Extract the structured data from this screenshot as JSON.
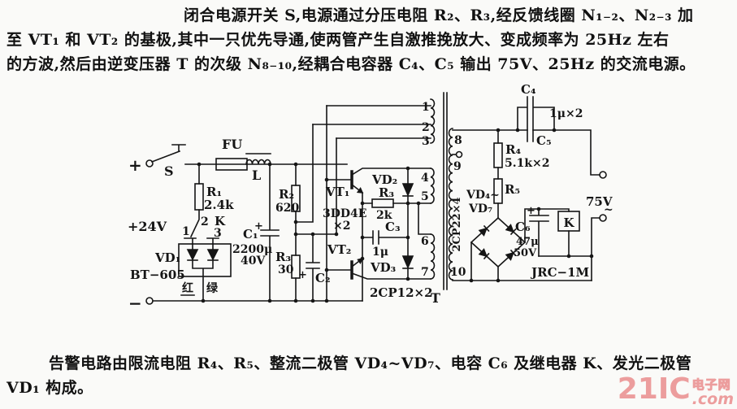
{
  "top_paragraph": {
    "line1": "闭合电源开关 S,电源通过分压电阻 R₂、R₃,经反馈线圈 N₁₋₂、N₂₋₃ 加",
    "line2": "至 VT₁ 和 VT₂ 的基极,其中一只优先导通,使两管产生自激推挽放大、变成频率为 25Hz 左右",
    "line3": "的方波,然后由逆变压器 T 的次级 N₈₋₁₀,经耦合电容器 C₄、C₅ 输出 75V、25Hz 的交流电源。"
  },
  "bottom_paragraph": {
    "line1": "告警电路由限流电阻 R₄、R₅、整流二极管 VD₄~VD₇、电容 C₆ 及继电器 K、发光二极管",
    "line2": "VD₁ 构成。"
  },
  "watermark": {
    "brand": "21IC",
    "site": "电子网",
    "com": ".com",
    "color": "#ec9d9d",
    "light_color": "#f6caca"
  },
  "circuit": {
    "labels": {
      "in_plus": "+",
      "in_minus": "−",
      "s": "S",
      "fu": "FU",
      "l": "L",
      "r1": "R₁",
      "r1v": "2.4k",
      "v24": "+24V",
      "k_no2": "2",
      "k_k": "K",
      "k_no1": "1",
      "k_no3": "3",
      "vd1": "VD₁",
      "bt": "BT−605",
      "red": "红",
      "green": "绿",
      "c1": "C₁",
      "c1a": "2200μ",
      "c1b": "40V",
      "c1p": "+",
      "r2": "R₂",
      "r2v": "620",
      "r3": "R₃",
      "r3v": "30",
      "c2p": "+",
      "c2": "C₂",
      "vt1": "VT₁",
      "dd": "3DD4E",
      "ddx": "×2",
      "vt2": "VT₂",
      "vd2": "VD₂",
      "r3b": "R₃",
      "r3bv": "2k",
      "c3": "C₃",
      "c3v": "1μ",
      "vd3": "VD₃",
      "cp12": "2CP12×2",
      "w1": "1",
      "w2": "2",
      "w3": "3",
      "w4": "4",
      "w5": "5",
      "w6": "6",
      "w7": "7",
      "w8": "8",
      "w9": "9",
      "w10": "10",
      "t": "T",
      "cp22": "2CP22×4",
      "vd47a": "VD₄~",
      "vd47b": "VD₇",
      "c4": "C₄",
      "c45v": "1μ×2",
      "c5": "C₅",
      "r4": "R₄",
      "r45v": "5.1k×2",
      "r5": "R₅",
      "c6p": "+",
      "c6": "C₆",
      "c6a": "47μ",
      "c6b": "50V",
      "kbox": "K",
      "jrc": "JRC−1M",
      "v75": "75V",
      "v75t": "~"
    }
  }
}
